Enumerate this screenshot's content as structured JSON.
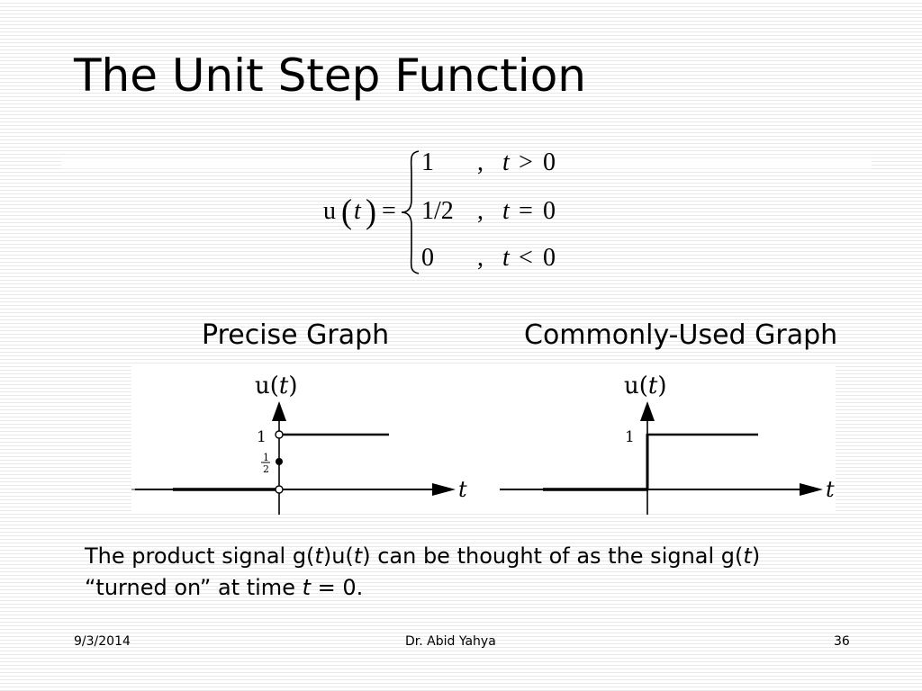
{
  "slide": {
    "title": "The Unit Step Function",
    "footer": {
      "date": "9/3/2014",
      "author": "Dr. Abid Yahya",
      "page": "36"
    }
  },
  "equation": {
    "lhs_func": "u",
    "lhs_var": "t",
    "equals": "=",
    "cases": [
      {
        "value": "1",
        "comma": ",",
        "var": "t",
        "relation": ">",
        "bound": "0"
      },
      {
        "value": "1/2",
        "comma": ",",
        "var": "t",
        "relation": "=",
        "bound": "0"
      },
      {
        "value": "0",
        "comma": ",",
        "var": "t",
        "relation": "<",
        "bound": "0"
      }
    ]
  },
  "graphs": {
    "precise": {
      "heading": "Precise Graph",
      "y_label_func": "u(",
      "y_label_var": "t",
      "y_label_close": ")",
      "x_label": "t",
      "tick_one": "1",
      "tick_half_num": "1",
      "tick_half_den": "2"
    },
    "common": {
      "heading": "Commonly-Used Graph",
      "y_label_func": "u(",
      "y_label_var": "t",
      "y_label_close": ")",
      "x_label": "t",
      "tick_one": "1"
    }
  },
  "caption": {
    "l1_a": "The product signal g(",
    "l1_b": "t",
    "l1_c": ")u(",
    "l1_d": "t",
    "l1_e": ") can be thought of as the signal g(",
    "l1_f": "t",
    "l1_g": ")",
    "l2_a": "“turned on” at time ",
    "l2_b": "t",
    "l2_c": " = 0."
  }
}
